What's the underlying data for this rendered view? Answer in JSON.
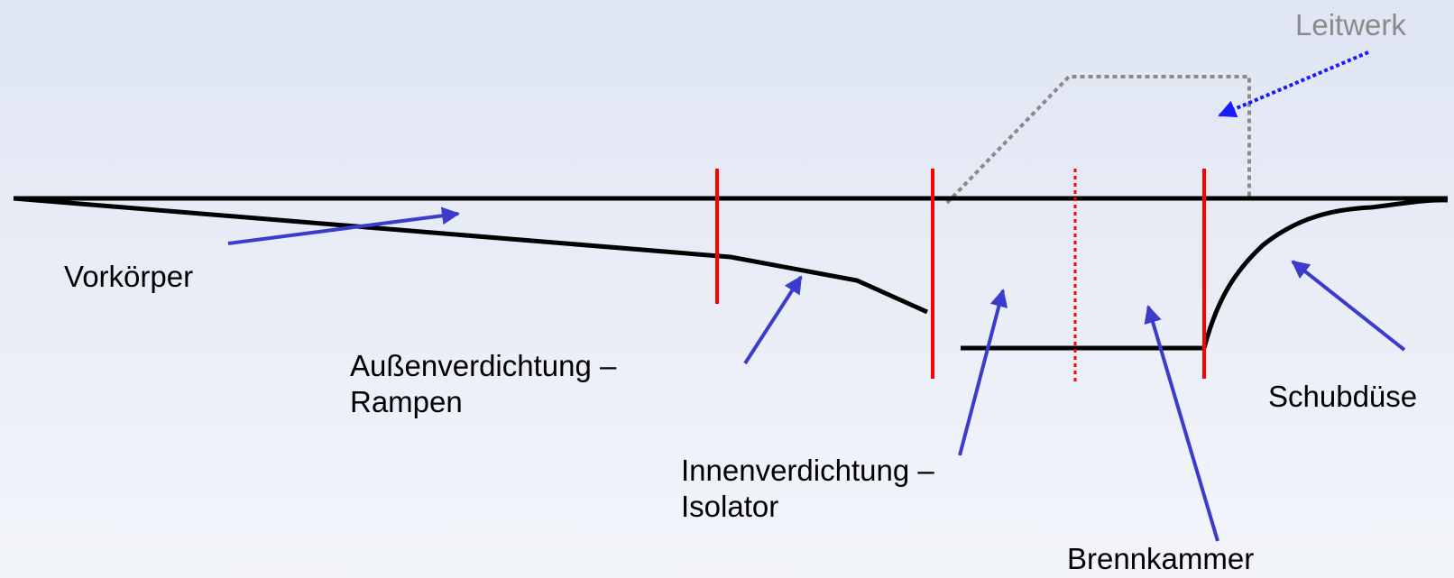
{
  "labels": {
    "vorkoerper": "Vorkörper",
    "aussen_line1": "Außenverdichtung –",
    "aussen_line2": "Rampen",
    "innen_line1": "Innenverdichtung –",
    "innen_line2": "Isolator",
    "brennkammer": "Brennkammer",
    "schubduese": "Schubdüse",
    "leitwerk": "Leitwerk"
  },
  "colors": {
    "contour": "#000000",
    "section_divider": "#ff0000",
    "pointer_arrow": "#3b3bcc",
    "leitwerk_outline": "#8a8a8a",
    "leitwerk_arrow": "#1a1aff",
    "background": "#e4e9f5"
  }
}
